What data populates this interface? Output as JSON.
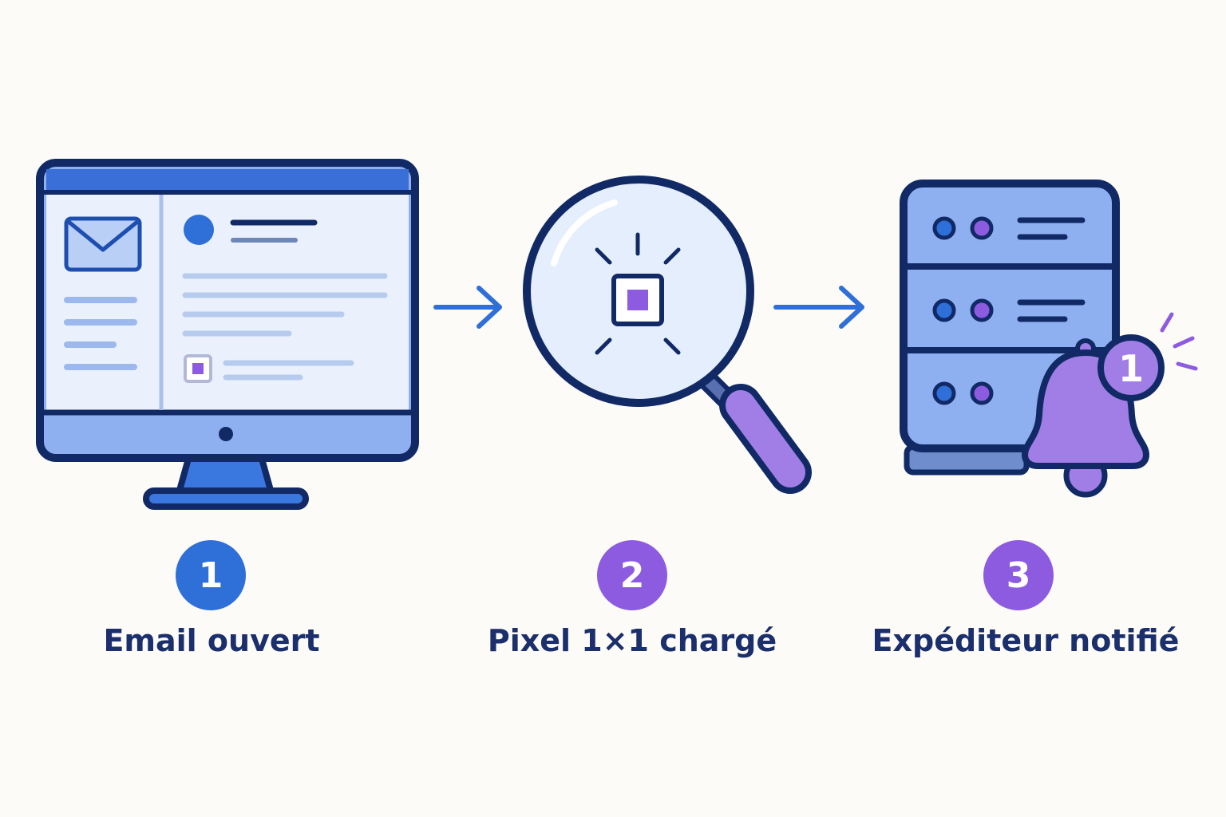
{
  "colors": {
    "background": "#fcfbf7",
    "navy": "#112a66",
    "blue": "#2f6fd8",
    "light_blue": "#8fb0f0",
    "purple": "#8c5be0",
    "lavender": "#a07ee6",
    "text": "#1a2f6b"
  },
  "steps": [
    {
      "number": "1",
      "label": "Email ouvert",
      "icon": "monitor-email-icon",
      "badge_color": "#2f6fd8"
    },
    {
      "number": "2",
      "label": "Pixel 1×1 chargé",
      "icon": "magnifier-pixel-icon",
      "badge_color": "#8c5be0"
    },
    {
      "number": "3",
      "label": "Expéditeur notifié",
      "icon": "server-bell-icon",
      "badge_color": "#8c5be0"
    }
  ],
  "notification": {
    "count": "1"
  }
}
